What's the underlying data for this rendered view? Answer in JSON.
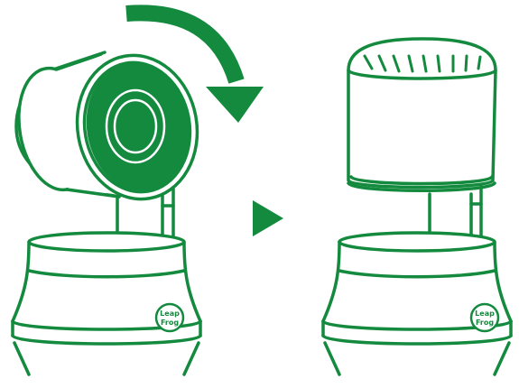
{
  "colors": {
    "brand_green": "#138A3E",
    "line_green": "#138A3E",
    "background": "#FFFFFF"
  },
  "steps": [
    {
      "state": "camera lens facing forward",
      "action": "rotate lens upward",
      "arrow_icon": "curved-arrow-icon"
    },
    {
      "state": "camera lens rotated up, privacy shade facing forward"
    }
  ],
  "transition_icon": "play-triangle-icon",
  "logo": {
    "line1": "Leap",
    "line2": "Frog"
  }
}
